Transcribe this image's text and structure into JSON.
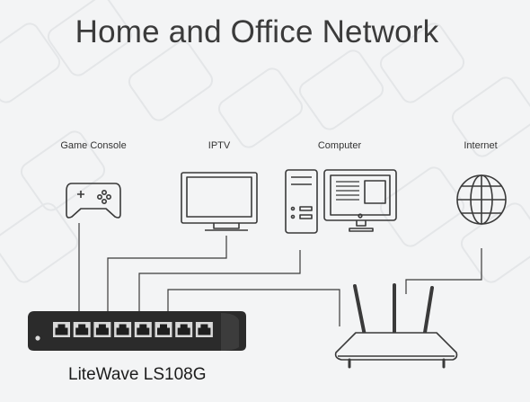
{
  "title": "Home and Office Network",
  "devices": [
    {
      "label": "Game Console",
      "icon": "gamepad-icon"
    },
    {
      "label": "IPTV",
      "icon": "tv-icon"
    },
    {
      "label": "Computer",
      "icon": "computer-icon"
    },
    {
      "label": "Internet",
      "icon": "globe-icon"
    }
  ],
  "switch": {
    "model": "LiteWave LS108G",
    "ports": 8
  },
  "router": {
    "icon": "router-icon",
    "antennas": 3
  },
  "colors": {
    "background": "#f3f4f5",
    "line": "#3a3a3a",
    "switch_body": "#2b2b2b",
    "text": "#333333"
  }
}
